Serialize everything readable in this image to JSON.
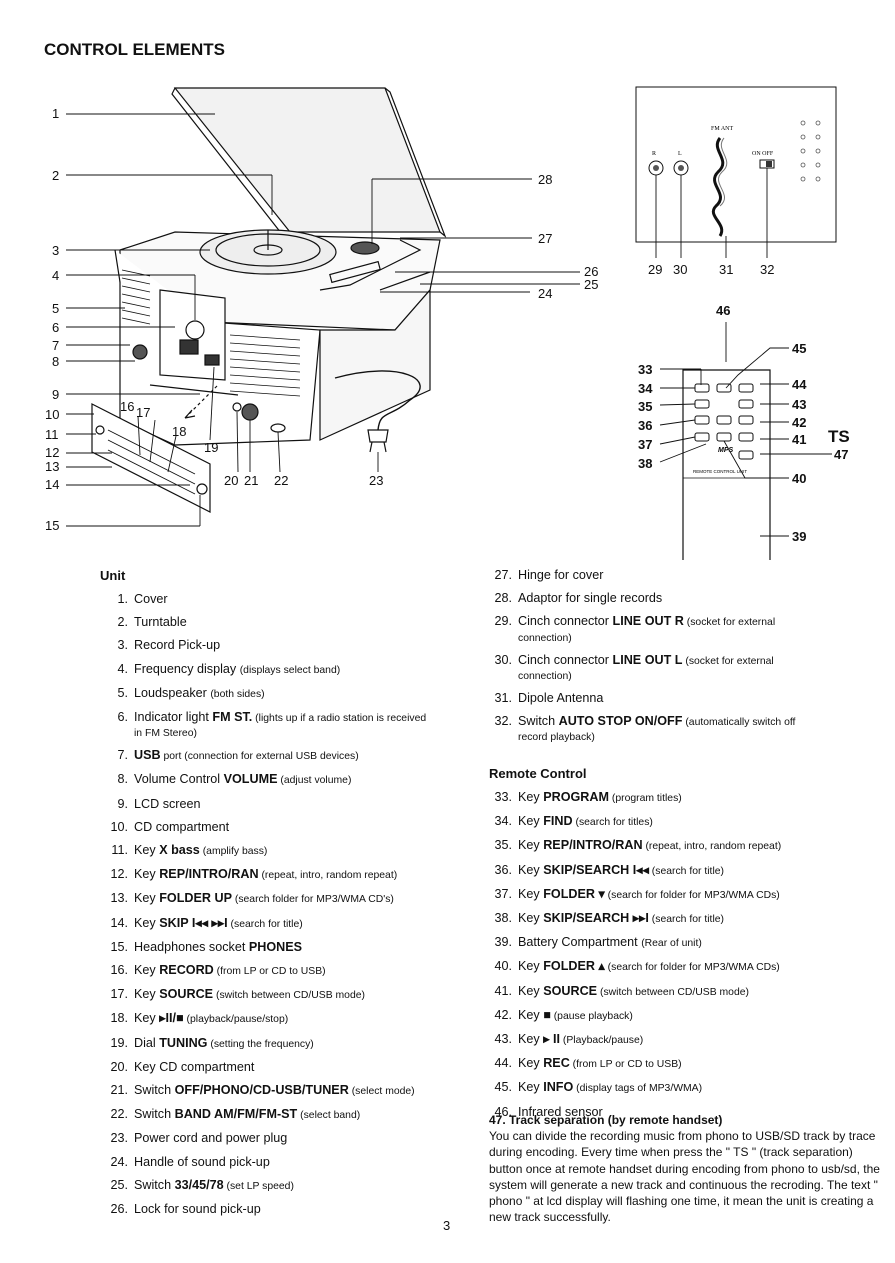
{
  "heading": "CONTROL ELEMENTS",
  "page_number": "3",
  "diagram_callouts": {
    "unit": [
      "1",
      "2",
      "3",
      "4",
      "5",
      "6",
      "7",
      "8",
      "9",
      "10",
      "11",
      "12",
      "13",
      "14",
      "15",
      "16",
      "17",
      "18",
      "19",
      "20",
      "21",
      "22",
      "23",
      "24",
      "25",
      "26",
      "27",
      "28"
    ],
    "back": [
      "29",
      "30",
      "31",
      "32"
    ],
    "remote": [
      "33",
      "34",
      "35",
      "36",
      "37",
      "38",
      "39",
      "40",
      "41",
      "42",
      "43",
      "44",
      "45",
      "46",
      "47"
    ],
    "ts_logo": "TS"
  },
  "back_panel": {
    "fm_ant": "FM ANT",
    "r": "R",
    "l": "L",
    "on_off": "ON   OFF"
  },
  "remote_labels": {
    "footer": "REMOTE CONTROL UNIT",
    "brand": "MPS"
  },
  "unit_heading": "Unit",
  "unit_items": [
    {
      "num": "1.",
      "main": "Cover",
      "bold": "",
      "tail": ""
    },
    {
      "num": "2.",
      "main": "Turntable",
      "bold": "",
      "tail": ""
    },
    {
      "num": "3.",
      "main": "Record Pick-up",
      "bold": "",
      "tail": ""
    },
    {
      "num": "4.",
      "main": "Frequency display ",
      "bold": "",
      "tail": "(displays select band)"
    },
    {
      "num": "5.",
      "main": "Loudspeaker ",
      "bold": "",
      "tail": "(both sides)"
    },
    {
      "num": "6.",
      "main": "Indicator light ",
      "bold": "FM ST.",
      "tail": " (lights up if a radio station is received",
      "cont": "in FM Stereo)"
    },
    {
      "num": "7.",
      "main": "",
      "bold": "USB",
      "tail": " port (connection for external USB devices)"
    },
    {
      "num": "8.",
      "main": "Volume Control ",
      "bold": "VOLUME",
      "tail": " (adjust volume)"
    },
    {
      "num": "9.",
      "main": "LCD screen",
      "bold": "",
      "tail": ""
    },
    {
      "num": "10.",
      "main": "CD compartment",
      "bold": "",
      "tail": ""
    },
    {
      "num": "11.",
      "main": "Key ",
      "bold": "X bass",
      "tail": " (amplify bass)"
    },
    {
      "num": "12.",
      "main": "Key ",
      "bold": "REP/INTRO/RAN",
      "tail": " (repeat, intro, random repeat)"
    },
    {
      "num": "13.",
      "main": "Key ",
      "bold": "FOLDER UP",
      "tail": " (search folder for MP3/WMA CD's)"
    },
    {
      "num": "14.",
      "main": "Key ",
      "bold": "SKIP  I◂◂  ▸▸I",
      "tail": " (search for title)"
    },
    {
      "num": "15.",
      "main": "Headphones socket ",
      "bold": "PHONES",
      "tail": ""
    },
    {
      "num": "16.",
      "main": "Key ",
      "bold": "RECORD",
      "tail": " (from LP or CD to USB)"
    },
    {
      "num": "17.",
      "main": "Key ",
      "bold": "SOURCE",
      "tail": " (switch between CD/USB mode)"
    },
    {
      "num": "18.",
      "main": "Key ",
      "bold": "▸II/■",
      "tail": "  (playback/pause/stop)"
    },
    {
      "num": "19.",
      "main": "Dial ",
      "bold": "TUNING",
      "tail": " (setting the frequency)"
    },
    {
      "num": "20.",
      "main": "Key CD compartment",
      "bold": "",
      "tail": ""
    },
    {
      "num": "21.",
      "main": "Switch ",
      "bold": "OFF/PHONO/CD-USB/TUNER",
      "tail": " (select mode)"
    },
    {
      "num": "22.",
      "main": "Switch ",
      "bold": "BAND AM/FM/FM-ST",
      "tail": " (select band)"
    },
    {
      "num": "23.",
      "main": "Power cord and power plug",
      "bold": "",
      "tail": ""
    },
    {
      "num": "24.",
      "main": "Handle of sound pick-up",
      "bold": "",
      "tail": ""
    },
    {
      "num": "25.",
      "main": "Switch ",
      "bold": "33/45/78",
      "tail": " (set LP speed)"
    },
    {
      "num": "26.",
      "main": "Lock for sound pick-up",
      "bold": "",
      "tail": ""
    }
  ],
  "right_items": [
    {
      "num": "27.",
      "main": "Hinge for cover",
      "bold": "",
      "tail": ""
    },
    {
      "num": "28.",
      "main": "Adaptor for single records",
      "bold": "",
      "tail": ""
    },
    {
      "num": "29.",
      "main": "Cinch connector ",
      "bold": "LINE OUT R",
      "tail": " (socket for external",
      "cont": "connection)"
    },
    {
      "num": "30.",
      "main": "Cinch connector ",
      "bold": "LINE OUT L",
      "tail": " (socket for external",
      "cont": "connection)"
    },
    {
      "num": "31.",
      "main": "Dipole Antenna",
      "bold": "",
      "tail": ""
    },
    {
      "num": "32.",
      "main": "Switch ",
      "bold": "AUTO STOP ON/OFF",
      "tail": " (automatically switch off",
      "cont": "record playback)"
    }
  ],
  "remote_heading": "Remote Control",
  "remote_items": [
    {
      "num": "33.",
      "main": "Key ",
      "bold": "PROGRAM",
      "tail": " (program titles)"
    },
    {
      "num": "34.",
      "main": "Key ",
      "bold": "FIND",
      "tail": " (search for titles)"
    },
    {
      "num": "35.",
      "main": "Key ",
      "bold": "REP/INTRO/RAN",
      "tail": " (repeat, intro, random repeat)"
    },
    {
      "num": "36.",
      "main": "Key ",
      "bold": "SKIP/SEARCH I◂◂",
      "tail": "  (search for title)"
    },
    {
      "num": "37.",
      "main": "Key ",
      "bold": "FOLDER ▾",
      "tail": "  (search for folder for MP3/WMA CDs)"
    },
    {
      "num": "38.",
      "main": "Key ",
      "bold": "SKIP/SEARCH ▸▸I",
      "tail": " (search for title)"
    },
    {
      "num": "39.",
      "main": "Battery Compartment ",
      "bold": "",
      "tail": "(Rear of unit)"
    },
    {
      "num": "40.",
      "main": "Key ",
      "bold": "FOLDER ▴",
      "tail": "  (search for folder for MP3/WMA CDs)"
    },
    {
      "num": "41.",
      "main": "Key ",
      "bold": "SOURCE",
      "tail": " (switch between CD/USB mode)"
    },
    {
      "num": "42.",
      "main": "Key ",
      "bold": "■",
      "tail": "  (pause playback)"
    },
    {
      "num": "43.",
      "main": "Key ",
      "bold": "▸ II",
      "tail": "  (Playback/pause)"
    },
    {
      "num": "44.",
      "main": "Key ",
      "bold": "REC",
      "tail": " (from LP or CD to USB)"
    },
    {
      "num": "45.",
      "main": "Key ",
      "bold": "INFO",
      "tail": " (display tags of MP3/WMA)"
    },
    {
      "num": "46.",
      "main": "Infrared sensor",
      "bold": "",
      "tail": ""
    }
  ],
  "ts_section": {
    "title": "47. Track separation (by remote handset)",
    "body": "You can divide the recording music from phono to USB/SD track by trace during encoding. Every time when press the \" TS \" (track separation) button once at remote handset during encoding from phono to usb/sd, the system will generate a new track and continuous the recroding. The text \" phono \" at lcd display will flashing one time, it mean the unit is creating a new track successfully."
  }
}
